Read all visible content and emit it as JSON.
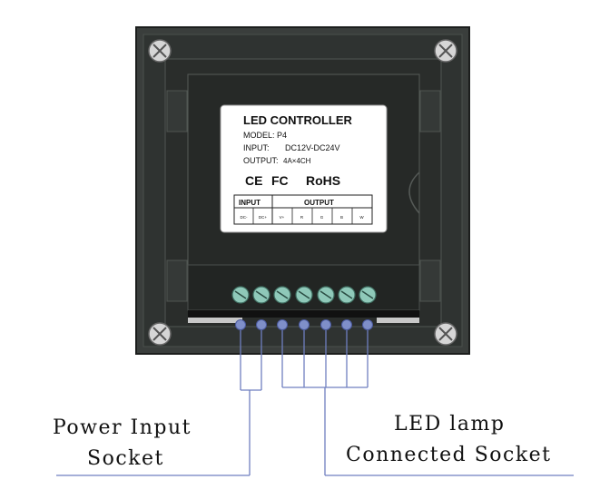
{
  "label": {
    "title": "LED CONTROLLER",
    "model": "MODEL: P4",
    "input_key": "INPUT:",
    "input_value": "DC12V-DC24V",
    "output_key": "OUTPUT:",
    "output_value": "4A×4CH",
    "cert_ce": "CE",
    "cert_fc": "FC",
    "cert_rohs": "RoHS",
    "table_input": "INPUT",
    "table_output": "OUTPUT",
    "pins": [
      "DC-",
      "DC+",
      "V+",
      "R",
      "G",
      "B",
      "W"
    ]
  },
  "callouts": {
    "power_line1": "Power Input",
    "power_line2": "Socket",
    "led_line1": "LED lamp",
    "led_line2": "Connected Socket"
  },
  "colors": {
    "panel": "#2f3331",
    "panel_inner": "#252826",
    "label_bg": "#ffffff",
    "terminal": "#8fc9b9",
    "pin": "#7f8fc9",
    "wire": "#6f7fc0"
  }
}
